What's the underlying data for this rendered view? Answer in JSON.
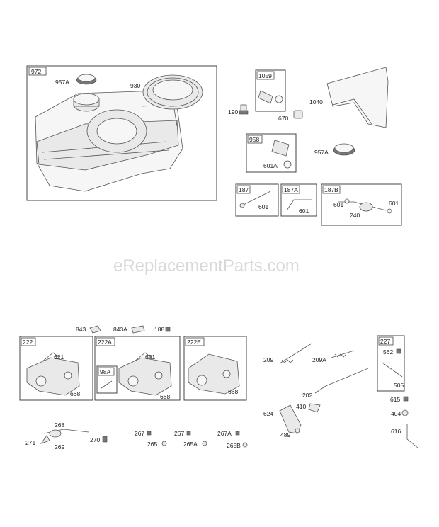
{
  "watermark": "eReplacementParts.com",
  "groups": {
    "g972": "972",
    "g1059": "1059",
    "g958": "958",
    "g187": "187",
    "g187A": "187A",
    "g187B": "187B",
    "g222": "222",
    "g222A": "222A",
    "g98A": "98A",
    "g222E": "222E",
    "g227": "227"
  },
  "labels": {
    "p957A_a": "957A",
    "p930": "930",
    "p190": "190",
    "p670": "670",
    "p1040": "1040",
    "p601A": "601A",
    "p957A_b": "957A",
    "p601_a": "601",
    "p601_b": "601",
    "p601_c": "601",
    "p240": "240",
    "p601_d": "601",
    "p843": "843",
    "p843A": "843A",
    "p188": "188",
    "p621_a": "621",
    "p668_a": "668",
    "p621_b": "621",
    "p668_b": "668",
    "p668_c": "668",
    "p209": "209",
    "p209A": "209A",
    "p562": "562",
    "p505": "505",
    "p202": "202",
    "p410": "410",
    "p624": "624",
    "p489": "489",
    "p615": "615",
    "p404": "404",
    "p616": "616",
    "p268": "268",
    "p271": "271",
    "p269": "269",
    "p270": "270",
    "p267_a": "267",
    "p267_b": "267",
    "p267A": "267A",
    "p265": "265",
    "p265A": "265A",
    "p265B": "265B"
  }
}
